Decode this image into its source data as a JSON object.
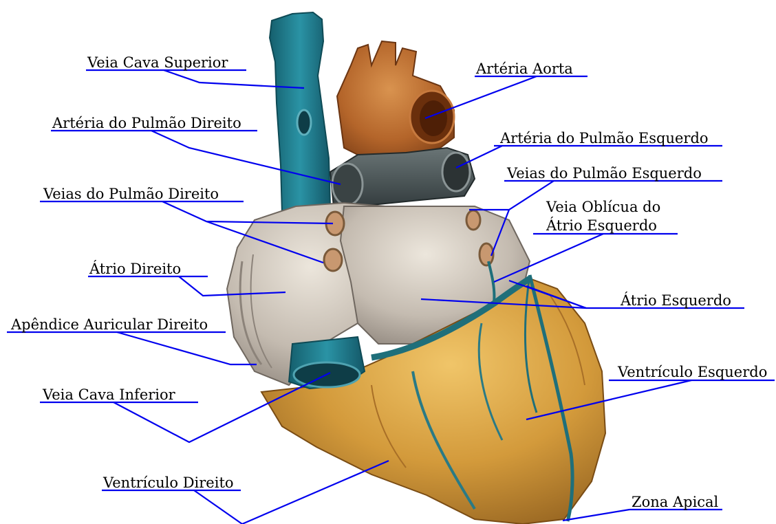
{
  "labels": {
    "vcs": "Veia Cava Superior",
    "aorta": "Artéria Aorta",
    "apd": "Artéria do Pulmão Direito",
    "ape": "Artéria do Pulmão Esquerdo",
    "vpe": "Veias do Pulmão Esquerdo",
    "vpd": "Veias do Pulmão Direito",
    "voae1": "Veia Oblícua do",
    "voae2": "Átrio Esquerdo",
    "ad": "Átrio Direito",
    "ae": "Átrio  Esquerdo",
    "aad": "Apêndice Auricular Direito",
    "vci": "Veia Cava Inferior",
    "ve": "Ventrículo Esquerdo",
    "vd": "Ventrículo Direito",
    "za": "Zona Apical"
  },
  "colors": {
    "leader": "#0000ee",
    "vessel_blue": "#1e7f90",
    "aorta": "#b86a2a",
    "atrium": "#c9c0b3",
    "ventricle": "#d5a040",
    "pulmonary": "#4a5658"
  }
}
